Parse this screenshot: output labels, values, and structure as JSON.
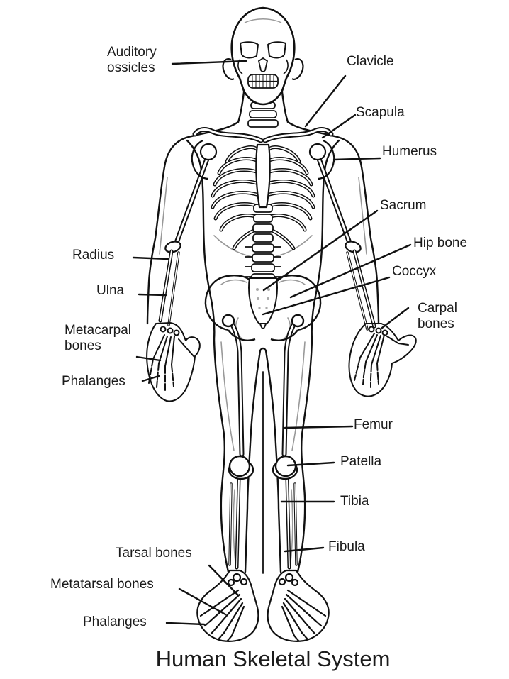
{
  "diagram": {
    "title": "Human Skeletal System",
    "labels": [
      {
        "id": "auditory-ossicles",
        "text": "Auditory\nossicles"
      },
      {
        "id": "clavicle",
        "text": "Clavicle"
      },
      {
        "id": "scapula",
        "text": "Scapula"
      },
      {
        "id": "humerus",
        "text": "Humerus"
      },
      {
        "id": "sacrum",
        "text": "Sacrum"
      },
      {
        "id": "hip-bone",
        "text": "Hip bone"
      },
      {
        "id": "coccyx",
        "text": "Coccyx"
      },
      {
        "id": "carpal-bones",
        "text": "Carpal\nbones"
      },
      {
        "id": "radius",
        "text": "Radius"
      },
      {
        "id": "ulna",
        "text": "Ulna"
      },
      {
        "id": "metacarpal-bones",
        "text": "Metacarpal\nbones"
      },
      {
        "id": "phalanges-hand",
        "text": "Phalanges"
      },
      {
        "id": "femur",
        "text": "Femur"
      },
      {
        "id": "patella",
        "text": "Patella"
      },
      {
        "id": "tibia",
        "text": "Tibia"
      },
      {
        "id": "fibula",
        "text": "Fibula"
      },
      {
        "id": "tarsal-bones",
        "text": "Tarsal bones"
      },
      {
        "id": "metatarsal-bones",
        "text": "Metatarsal bones"
      },
      {
        "id": "phalanges-foot",
        "text": "Phalanges"
      }
    ],
    "colors": {
      "background": "#ffffff",
      "line_art": "#111111",
      "text": "#1b1b1b"
    }
  }
}
